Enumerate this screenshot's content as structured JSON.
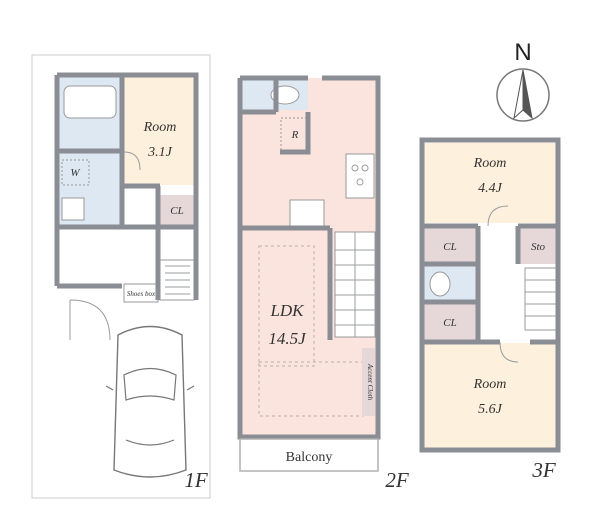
{
  "colors": {
    "wall": "#8a8d93",
    "room_bedroom": "#fdf0dc",
    "room_ldk": "#fbe3de",
    "room_wet": "#dde8f3",
    "closet": "#e6d8d8",
    "outline": "#cccccc"
  },
  "compass": {
    "label": "N",
    "icon": "north-arrow-icon"
  },
  "floors": {
    "f1": {
      "label": "1F",
      "room": {
        "name": "Room",
        "size": "3.1J"
      },
      "washer": "W",
      "closet": "CL",
      "shoes_box": "Shoes box",
      "car_icon": "car-icon"
    },
    "f2": {
      "label": "2F",
      "ldk": {
        "name": "LDK",
        "size": "14.5J"
      },
      "fridge": "R",
      "accent": "Accent Cloth",
      "balcony": "Balcony"
    },
    "f3": {
      "label": "3F",
      "room_top": {
        "name": "Room",
        "size": "4.4J"
      },
      "room_bottom": {
        "name": "Room",
        "size": "5.6J"
      },
      "closet_top": "CL",
      "closet_bottom": "CL",
      "storage": "Sto"
    }
  }
}
